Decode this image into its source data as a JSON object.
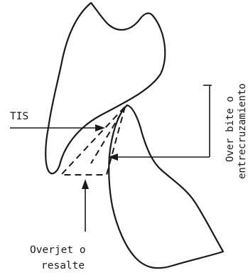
{
  "diagram": {
    "labels": {
      "tis": "TIS",
      "overbite_line1": "Over bite o",
      "overbite_line2": "entrecruzamiento",
      "overjet_line1": "Overjet o",
      "overjet_line2": "resalte"
    },
    "colors": {
      "ink": "#1a1a1a",
      "background": "#ffffff"
    }
  }
}
